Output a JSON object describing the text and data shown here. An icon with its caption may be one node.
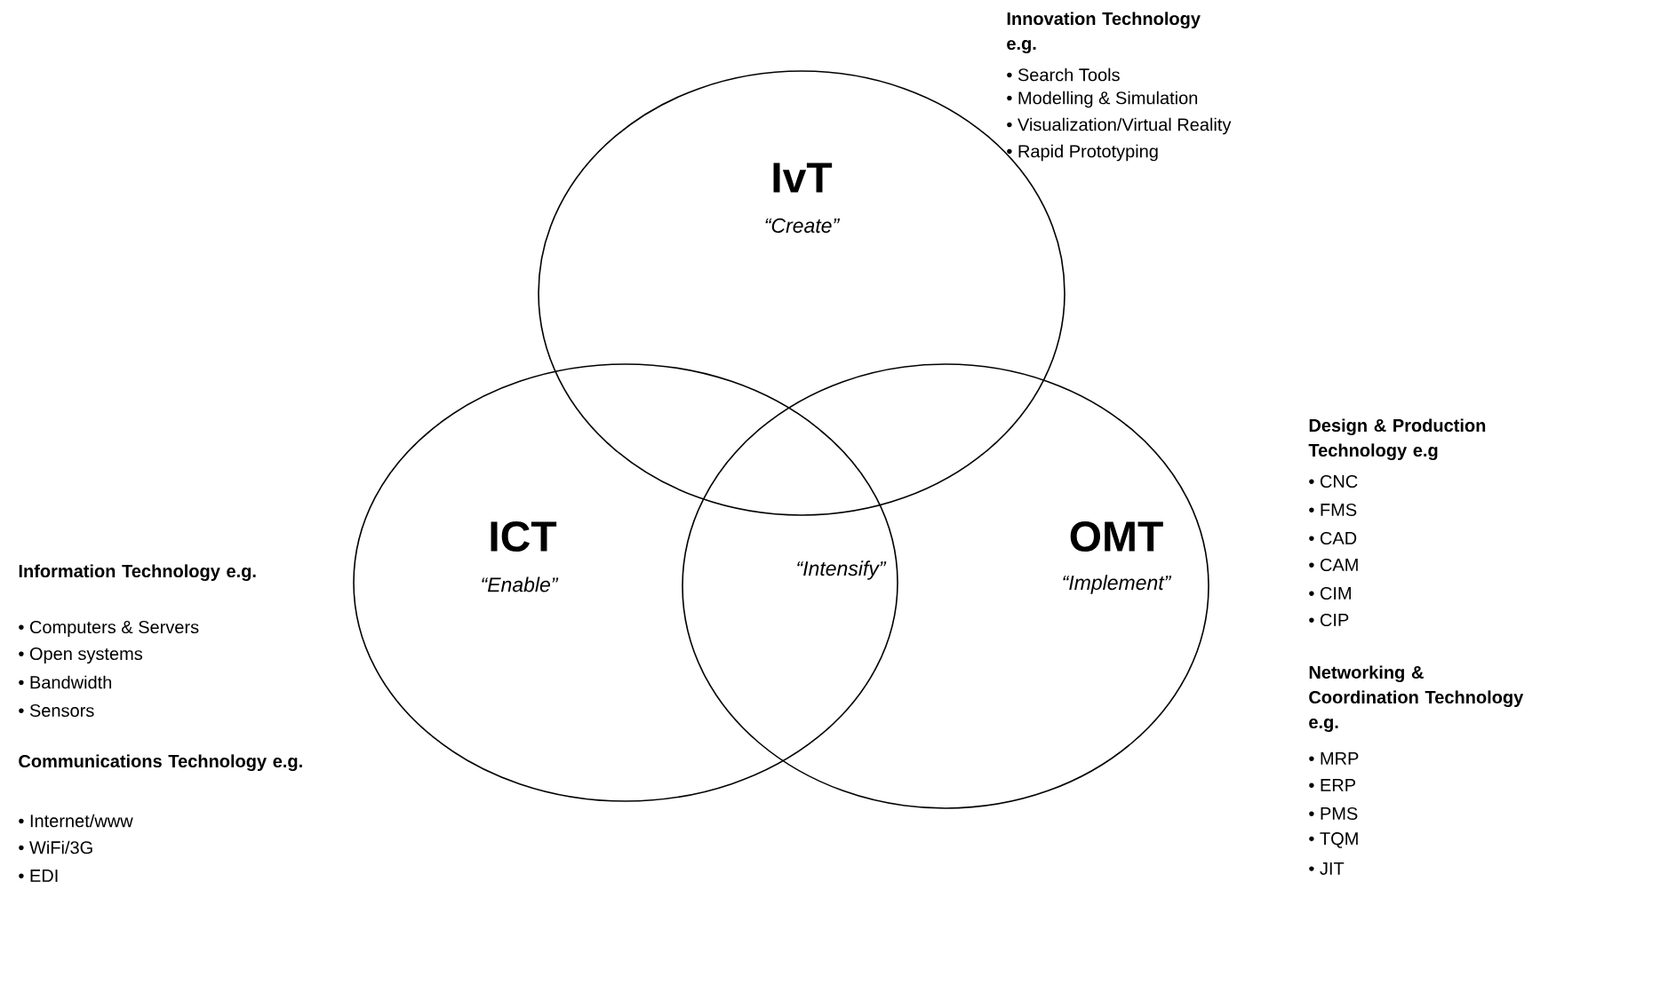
{
  "diagram": {
    "nodes": [
      {
        "text": [
          "IvT",
          "“Create”"
        ]
      },
      {
        "text": [
          "ICT",
          "“Enable”"
        ]
      },
      {
        "text": [
          "OMT",
          "“Implement”"
        ]
      }
    ],
    "labels": [
      "Innovation Technology e.g.",
      "• Search Tools",
      "• Modelling & Simulation",
      "• Visualization/Virtual Reality",
      "• Rapid Prototyping",
      "Design & Production Technology e.g",
      "• CNC",
      "• FMS",
      "• CAD",
      "• CAM",
      "• CIM",
      "• CIP",
      "Information Technology e.g.",
      "• Computers & Servers",
      "• Open systems",
      "• Bandwidth",
      "• Sensors",
      "“Intensify”",
      "Networking & Coordination Technology e.g.",
      "• MRP",
      "• ERP",
      "• PMS",
      "• TQM",
      "• JIT",
      "Communications Technology e.g.",
      "• Internet/www",
      "• WiFi/3G",
      "• EDI"
    ]
  }
}
